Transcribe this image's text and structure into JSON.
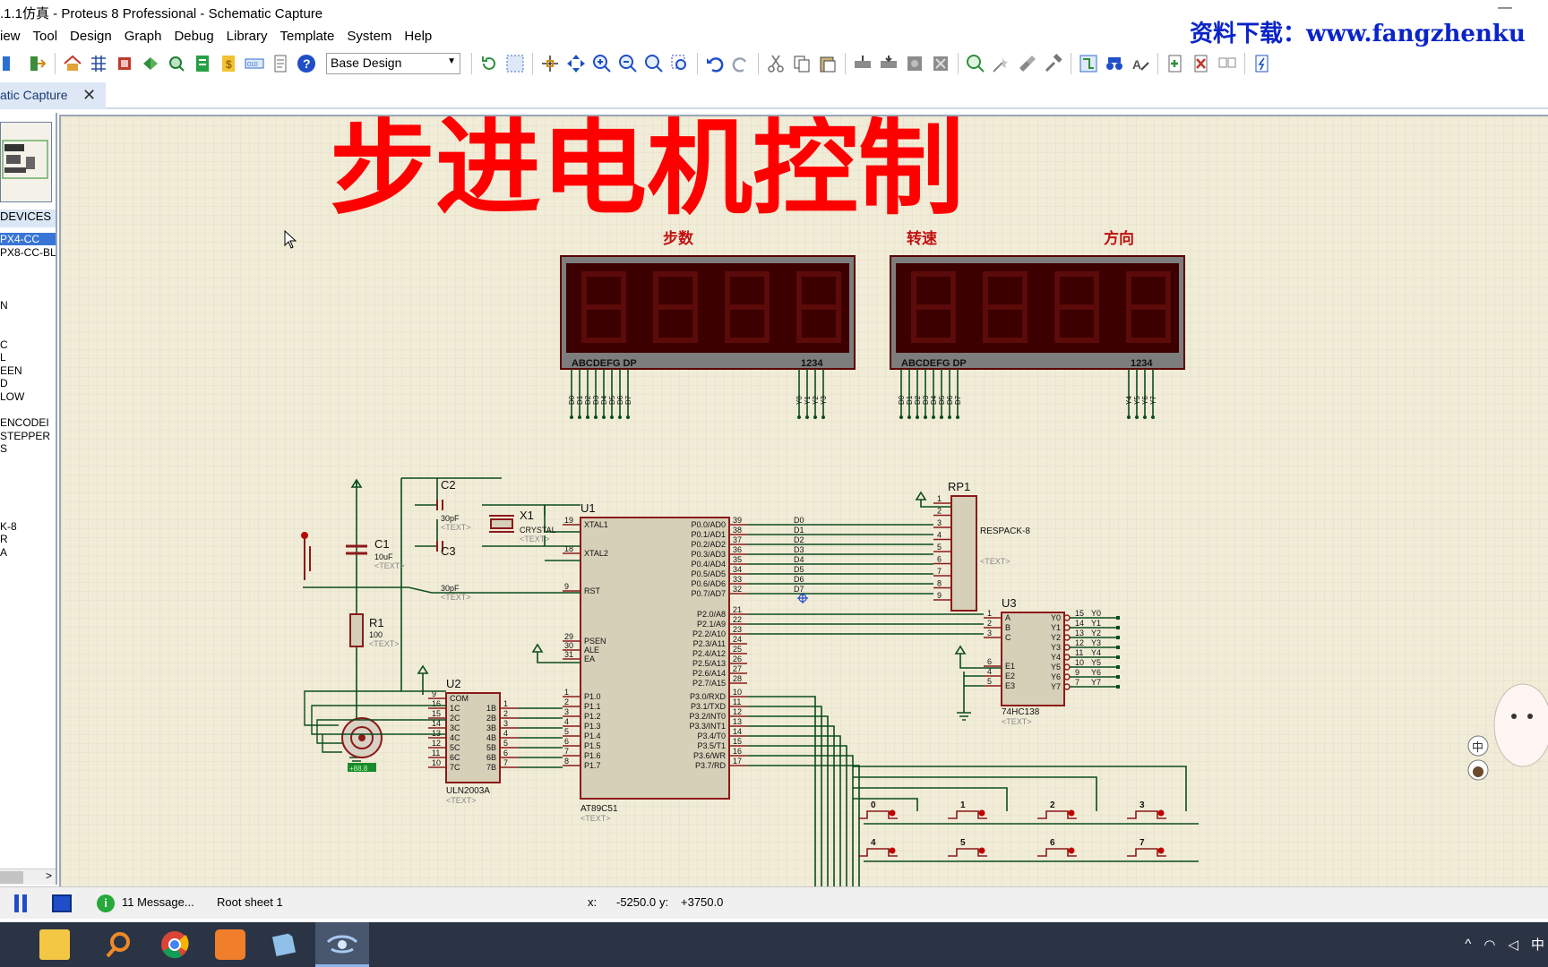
{
  "window": {
    "title": ".1.1仿真 - Proteus 8 Professional - Schematic Capture",
    "watermark": "资料下载：www.fangzhenku",
    "minimize_glyph": "—"
  },
  "menu": [
    "View",
    "Tool",
    "Design",
    "Graph",
    "Debug",
    "Library",
    "Template",
    "System",
    "Help"
  ],
  "menu_display": [
    "iew",
    "Tool",
    "Design",
    "Graph",
    "Debug",
    "Library",
    "Template",
    "System",
    "Help"
  ],
  "toolbar": {
    "design_select": "Base Design"
  },
  "tab": {
    "label": "atic Capture",
    "close_glyph": "✕"
  },
  "device_panel": {
    "header": "DEVICES",
    "items": [
      {
        "label": "PX4-CC",
        "selected": true
      },
      {
        "label": "PX8-CC-BL",
        "selected": false
      },
      {
        "label": "N",
        "selected": false
      },
      {
        "label": "C",
        "selected": false
      },
      {
        "label": "L",
        "selected": false
      },
      {
        "label": "EEN",
        "selected": false
      },
      {
        "label": "D",
        "selected": false
      },
      {
        "label": "LOW",
        "selected": false
      },
      {
        "label": "ENCODEI",
        "selected": false
      },
      {
        "label": "STEPPER",
        "selected": false
      },
      {
        "label": "S",
        "selected": false
      },
      {
        "label": "K-8",
        "selected": false
      },
      {
        "label": "R",
        "selected": false
      },
      {
        "label": "A",
        "selected": false
      }
    ],
    "scroll_arrow": ">"
  },
  "schematic": {
    "title": "步进电机控制",
    "display_labels": {
      "steps": "步数",
      "speed": "转速",
      "direction": "方向"
    },
    "display_segments": "ABCDEFG  DP",
    "display_digits": "1234",
    "display1_pins": [
      "D0",
      "D1",
      "D2",
      "D3",
      "D4",
      "D5",
      "D6",
      "D7"
    ],
    "display1_digit_pins": [
      "Y0",
      "Y1",
      "Y2",
      "Y3"
    ],
    "display2_digit_pins": [
      "Y4",
      "Y5",
      "Y6",
      "Y7"
    ],
    "components": {
      "u1": {
        "ref": "U1",
        "name": "AT89C51",
        "text": "<TEXT>"
      },
      "u2": {
        "ref": "U2",
        "name": "ULN2003A",
        "text": "<TEXT>"
      },
      "u3": {
        "ref": "U3",
        "name": "74HC138",
        "text": "<TEXT>"
      },
      "rp1": {
        "ref": "RP1",
        "name": "RESPACK-8",
        "text": "<TEXT>"
      },
      "c1": {
        "ref": "C1",
        "value": "10uF",
        "text": "<TEXT>"
      },
      "c2": {
        "ref": "C2",
        "value": "30pF",
        "text": "<TEXT>"
      },
      "c3": {
        "ref": "C3",
        "value": "30pF",
        "text": "<TEXT>"
      },
      "x1": {
        "ref": "X1",
        "value": "CRYSTAL",
        "text": "<TEXT>"
      },
      "r1": {
        "ref": "R1",
        "value": "100",
        "text": "<TEXT>"
      },
      "motor_readout": "+88.8"
    },
    "u1_left_pins": [
      {
        "num": "19",
        "name": "XTAL1"
      },
      {
        "num": "18",
        "name": "XTAL2"
      },
      {
        "num": "9",
        "name": "RST"
      },
      {
        "num": "29",
        "name": "PSEN"
      },
      {
        "num": "30",
        "name": "ALE"
      },
      {
        "num": "31",
        "name": "EA"
      },
      {
        "num": "1",
        "name": "P1.0"
      },
      {
        "num": "2",
        "name": "P1.1"
      },
      {
        "num": "3",
        "name": "P1.2"
      },
      {
        "num": "4",
        "name": "P1.3"
      },
      {
        "num": "5",
        "name": "P1.4"
      },
      {
        "num": "6",
        "name": "P1.5"
      },
      {
        "num": "7",
        "name": "P1.6"
      },
      {
        "num": "8",
        "name": "P1.7"
      }
    ],
    "u1_right_pins": [
      {
        "num": "39",
        "name": "P0.0/AD0",
        "net": "D0"
      },
      {
        "num": "38",
        "name": "P0.1/AD1",
        "net": "D1"
      },
      {
        "num": "37",
        "name": "P0.2/AD2",
        "net": "D2"
      },
      {
        "num": "36",
        "name": "P0.3/AD3",
        "net": "D3"
      },
      {
        "num": "35",
        "name": "P0.4/AD4",
        "net": "D4"
      },
      {
        "num": "34",
        "name": "P0.5/AD5",
        "net": "D5"
      },
      {
        "num": "33",
        "name": "P0.6/AD6",
        "net": "D6"
      },
      {
        "num": "32",
        "name": "P0.7/AD7",
        "net": "D7"
      },
      {
        "num": "21",
        "name": "P2.0/A8",
        "net": ""
      },
      {
        "num": "22",
        "name": "P2.1/A9",
        "net": ""
      },
      {
        "num": "23",
        "name": "P2.2/A10",
        "net": ""
      },
      {
        "num": "24",
        "name": "P2.3/A11",
        "net": ""
      },
      {
        "num": "25",
        "name": "P2.4/A12",
        "net": ""
      },
      {
        "num": "26",
        "name": "P2.5/A13",
        "net": ""
      },
      {
        "num": "27",
        "name": "P2.6/A14",
        "net": ""
      },
      {
        "num": "28",
        "name": "P2.7/A15",
        "net": ""
      },
      {
        "num": "10",
        "name": "P3.0/RXD",
        "net": ""
      },
      {
        "num": "11",
        "name": "P3.1/TXD",
        "net": ""
      },
      {
        "num": "12",
        "name": "P3.2/INT0",
        "net": ""
      },
      {
        "num": "13",
        "name": "P3.3/INT1",
        "net": ""
      },
      {
        "num": "14",
        "name": "P3.4/T0",
        "net": ""
      },
      {
        "num": "15",
        "name": "P3.5/T1",
        "net": ""
      },
      {
        "num": "16",
        "name": "P3.6/WR",
        "net": ""
      },
      {
        "num": "17",
        "name": "P3.7/RD",
        "net": ""
      }
    ],
    "rp1_pins": [
      "1",
      "2",
      "3",
      "4",
      "5",
      "6",
      "7",
      "8",
      "9"
    ],
    "u2_left_pins": [
      {
        "num": "9",
        "name": "COM"
      },
      {
        "num": "16",
        "name": "1C"
      },
      {
        "num": "15",
        "name": "2C"
      },
      {
        "num": "14",
        "name": "3C"
      },
      {
        "num": "13",
        "name": "4C"
      },
      {
        "num": "12",
        "name": "5C"
      },
      {
        "num": "11",
        "name": "6C"
      },
      {
        "num": "10",
        "name": "7C"
      }
    ],
    "u2_right_pins": [
      {
        "num": "1",
        "name": "1B"
      },
      {
        "num": "2",
        "name": "2B"
      },
      {
        "num": "3",
        "name": "3B"
      },
      {
        "num": "4",
        "name": "4B"
      },
      {
        "num": "5",
        "name": "5B"
      },
      {
        "num": "6",
        "name": "6B"
      },
      {
        "num": "7",
        "name": "7B"
      }
    ],
    "u3_left_pins": [
      {
        "num": "1",
        "name": "A"
      },
      {
        "num": "2",
        "name": "B"
      },
      {
        "num": "3",
        "name": "C"
      },
      {
        "num": "6",
        "name": "E1"
      },
      {
        "num": "4",
        "name": "E2"
      },
      {
        "num": "5",
        "name": "E3"
      }
    ],
    "u3_right_pins": [
      {
        "num": "15",
        "name": "Y0",
        "net": "Y0"
      },
      {
        "num": "14",
        "name": "Y1",
        "net": "Y1"
      },
      {
        "num": "13",
        "name": "Y2",
        "net": "Y2"
      },
      {
        "num": "12",
        "name": "Y3",
        "net": "Y3"
      },
      {
        "num": "11",
        "name": "Y4",
        "net": "Y4"
      },
      {
        "num": "10",
        "name": "Y5",
        "net": "Y5"
      },
      {
        "num": "9",
        "name": "Y6",
        "net": "Y6"
      },
      {
        "num": "7",
        "name": "Y7",
        "net": "Y7"
      }
    ],
    "buttons": [
      "0",
      "1",
      "2",
      "3",
      "4",
      "5",
      "6",
      "7"
    ],
    "ime_icons": [
      "中",
      "🐭"
    ]
  },
  "status": {
    "messages": "11 Message...",
    "sheet": "Root sheet 1",
    "x_label": "x:",
    "x_value": "-5250.0",
    "y_label": "y:",
    "y_value": "+3750.0"
  },
  "taskbar": {
    "tray_lang": "中"
  },
  "colors": {
    "canvas": "#f1ecd7",
    "wire": "#0b4d1f",
    "component": "#8b1a1a",
    "component_fill": "#d6d0b8",
    "title_red": "#ff0000",
    "accent_blue": "#3875d7"
  }
}
